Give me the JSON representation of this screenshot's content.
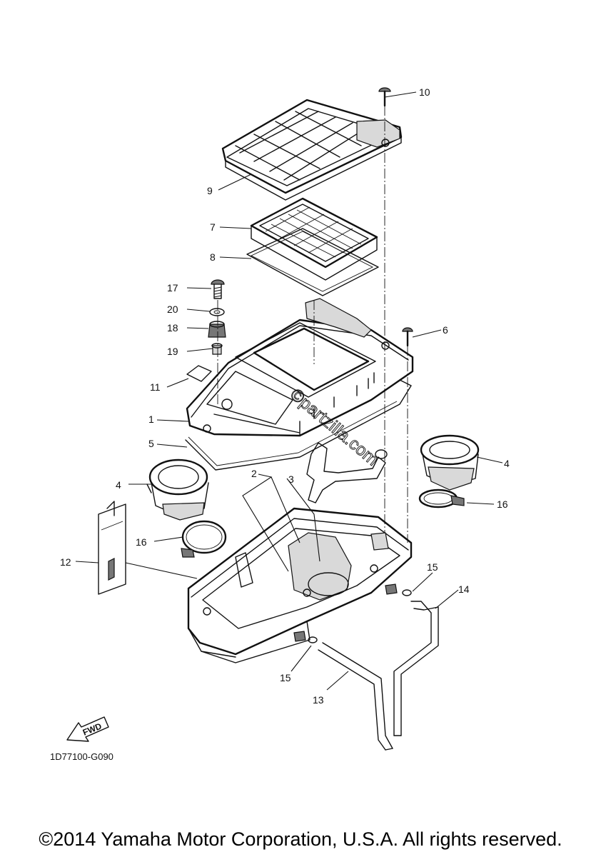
{
  "diagram": {
    "callouts": [
      {
        "id": "c10",
        "label": "10"
      },
      {
        "id": "c9",
        "label": "9"
      },
      {
        "id": "c7",
        "label": "7"
      },
      {
        "id": "c8",
        "label": "8"
      },
      {
        "id": "c17",
        "label": "17"
      },
      {
        "id": "c20",
        "label": "20"
      },
      {
        "id": "c18",
        "label": "18"
      },
      {
        "id": "c6",
        "label": "6"
      },
      {
        "id": "c19",
        "label": "19"
      },
      {
        "id": "c11",
        "label": "11"
      },
      {
        "id": "c1",
        "label": "1"
      },
      {
        "id": "c5",
        "label": "5"
      },
      {
        "id": "c4a",
        "label": "4"
      },
      {
        "id": "c2",
        "label": "2"
      },
      {
        "id": "c3",
        "label": "3"
      },
      {
        "id": "c4b",
        "label": "4"
      },
      {
        "id": "c16a",
        "label": "16"
      },
      {
        "id": "c16b",
        "label": "16"
      },
      {
        "id": "c12",
        "label": "12"
      },
      {
        "id": "c15a",
        "label": "15"
      },
      {
        "id": "c14",
        "label": "14"
      },
      {
        "id": "c15b",
        "label": "15"
      },
      {
        "id": "c13",
        "label": "13"
      }
    ],
    "fwd_label": "FWD",
    "drawing_code": "1D77100-G090",
    "watermark": "©partzilla.com"
  },
  "copyright": "©2014 Yamaha Motor Corporation, U.S.A. All rights reserved."
}
